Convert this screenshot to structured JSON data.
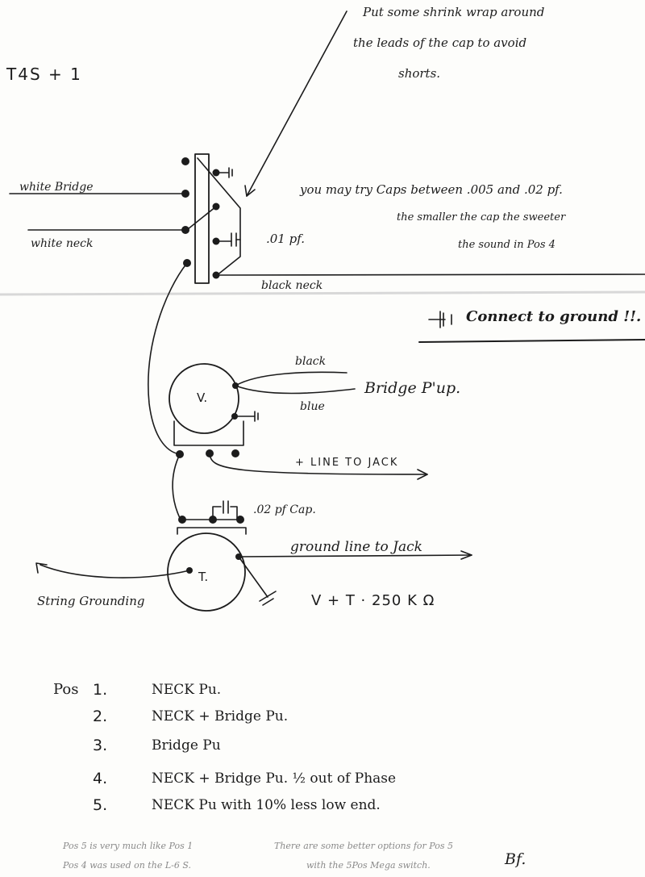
{
  "title": "T4S + 1",
  "notes": {
    "shrink_wrap": [
      "Put some shrink wrap around",
      "the leads of the cap to avoid",
      "shorts."
    ],
    "caps_tip": [
      "you may try Caps between .005 and .02 pf.",
      "the smaller the cap the sweeter",
      "the sound in Pos 4"
    ],
    "connect_ground": "Connect to ground !!.",
    "impedance": "V + T · 250 K Ω"
  },
  "labels": {
    "white_bridge": "white Bridge",
    "white_neck": "white neck",
    "cap_01": ".01 pf.",
    "black_neck": "black neck",
    "black": "black",
    "blue": "blue",
    "bridge_pup": "Bridge P'up.",
    "line_to_jack": "+ LINE TO JACK",
    "cap_02": ".02 pf Cap.",
    "ground_line": "ground line to Jack",
    "string_grounding": "String Grounding",
    "vol_pot": "V.",
    "tone_pot": "T."
  },
  "positions_header": "Pos",
  "positions": [
    {
      "num": "1.",
      "desc": "NECK Pu."
    },
    {
      "num": "2.",
      "desc": "NECK + Bridge Pu."
    },
    {
      "num": "3.",
      "desc": "Bridge Pu"
    },
    {
      "num": "4.",
      "desc": "NECK + Bridge  Pu.  ½ out of Phase"
    },
    {
      "num": "5.",
      "desc": "NECK Pu with 10% less low end."
    }
  ],
  "footnotes": {
    "left": [
      "Pos 5 is very much like Pos 1",
      "Pos 4 was used on the L-6 S."
    ],
    "right": [
      "There are some better options for Pos 5",
      "with the 5Pos Mega switch."
    ],
    "initials": "Bf."
  }
}
